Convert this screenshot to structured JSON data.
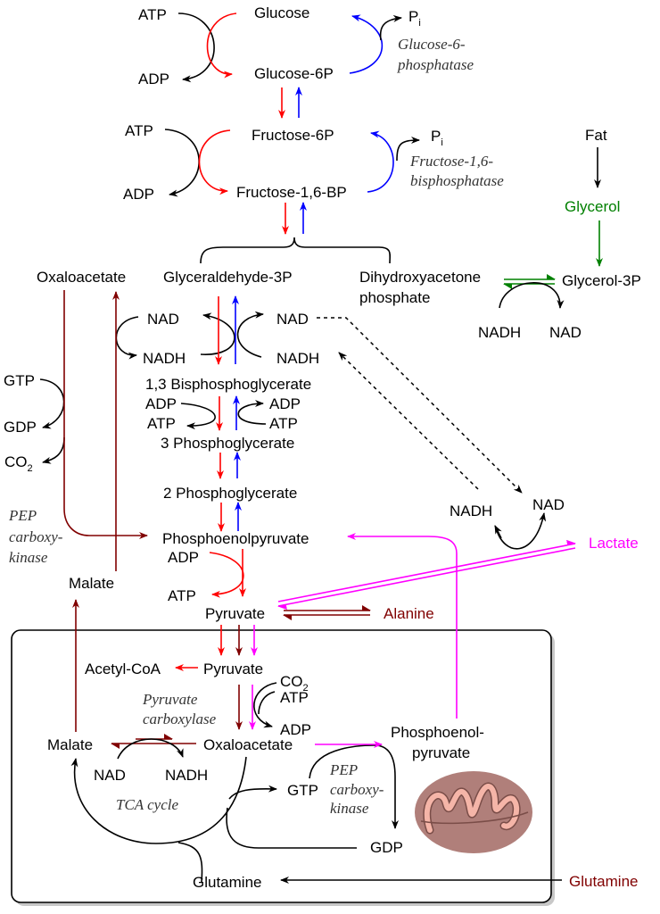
{
  "title": "Gluconeogenesis and glycolysis pathway diagram",
  "colors": {
    "glycolysis": "#ff0000",
    "gluconeogenesis": "#0000ff",
    "glycerol": "#008000",
    "lactate": "#ff00ff",
    "amino_acid": "#800000",
    "cofactor": "#000000",
    "mitochondrion_fill": "#b07f7a",
    "cristae_fill": "#f5b5a8"
  },
  "metabolites": {
    "glucose": "Glucose",
    "glucose6p": "Glucose-6P",
    "fructose6p": "Fructose-6P",
    "fructose16bp": "Fructose-1,6-BP",
    "gap": "Glyceraldehyde-3P",
    "dhap_line1": "Dihydroxyacetone",
    "dhap_line2": "phosphate",
    "glycerol3p": "Glycerol-3P",
    "bpg13": "1,3 Bisphosphoglycerate",
    "pg3": "3 Phosphoglycerate",
    "pg2": "2 Phosphoglycerate",
    "pep": "Phosphoenolpyruvate",
    "pyruvate_cyto": "Pyruvate",
    "pyruvate_mito": "Pyruvate",
    "acetylcoa": "Acetyl-CoA",
    "oaa_cyto": "Oxaloacetate",
    "oaa_mito": "Oxaloacetate",
    "malate_cyto": "Malate",
    "malate_mito": "Malate",
    "pep_mito_line1": "Phosphoenol-",
    "pep_mito_line2": "pyruvate",
    "glutamine_mito": "Glutamine",
    "glutamine_ext": "Glutamine",
    "fat": "Fat",
    "glycerol": "Glycerol",
    "lactate": "Lactate",
    "alanine": "Alanine"
  },
  "cofactors": {
    "atp1": "ATP",
    "adp1": "ADP",
    "pi1": "P",
    "pi1_sub": "i",
    "atp2": "ATP",
    "adp2": "ADP",
    "pi2": "P",
    "pi2_sub": "i",
    "nad_left": "NAD",
    "nadh_left": "NADH",
    "nad_right": "NAD",
    "nadh_right": "NADH",
    "nadh_glyc": "NADH",
    "nad_glyc": "NAD",
    "adp_pgk_left": "ADP",
    "atp_pgk_left": "ATP",
    "adp_pgk_right": "ADP",
    "atp_pgk_right": "ATP",
    "gtp_left": "GTP",
    "gdp_left": "GDP",
    "co2_left": "CO",
    "co2_left_sub": "2",
    "adp_pk": "ADP",
    "atp_pk": "ATP",
    "nadh_ldh": "NADH",
    "nad_ldh": "NAD",
    "co2_pc": "CO",
    "co2_pc_sub": "2",
    "atp_pc": "ATP",
    "adp_pc": "ADP",
    "nad_mdh": "NAD",
    "nadh_mdh": "NADH",
    "gtp_mito": "GTP",
    "gdp_mito": "GDP"
  },
  "enzymes": {
    "g6pase_line1": "Glucose-6-",
    "g6pase_line2": "phosphatase",
    "fbpase_line1": "Fructose-1,6-",
    "fbpase_line2": "bisphosphatase",
    "pepck_cyto_line1": "PEP",
    "pepck_cyto_line2": "carboxy-",
    "pepck_cyto_line3": "kinase",
    "pc_line1": "Pyruvate",
    "pc_line2": "carboxylase",
    "pepck_mito_line1": "PEP",
    "pepck_mito_line2": "carboxy-",
    "pepck_mito_line3": "kinase",
    "tca": "TCA cycle"
  }
}
